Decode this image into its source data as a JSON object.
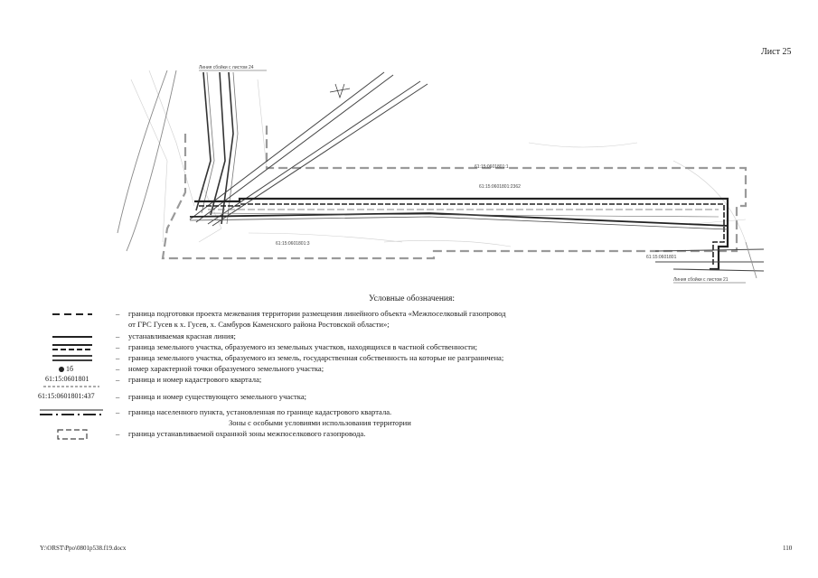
{
  "sheet": {
    "label": "Лист 25"
  },
  "map": {
    "match_line_top": "Линия сбойки с листом 24",
    "match_line_bottom": "Линия сбойки с листом 21",
    "quarter_label_1": "61:15:0601801:2362",
    "quarter_label_2": "61:15:0601801:3",
    "quarter_label_3": "61:15:0601801",
    "quarter_label_4": "61:15:0601801:1"
  },
  "legend": {
    "title": "Условные обозначения:",
    "dash": "–",
    "items": [
      {
        "text": "граница подготовки проекта межевания территории размещения линейного объекта «Межпоселковый газопровод"
      },
      {
        "text": "от ГРС Гусев к х. Гусев, х. Самбуров Каменского района Ростовской области»;"
      },
      {
        "text": "устанавливаемая красная линия;"
      },
      {
        "text": "граница земельного участка, образуемого из земельных участков, находящихся в частной собственности;"
      },
      {
        "text": "граница земельного участка, образуемого из земель, государственная собственность на которые не разграничена;"
      },
      {
        "text": "номер характерной точки образуемого земельного участка;",
        "symbol": "1б"
      },
      {
        "text": "граница и номер кадастрового квартала;",
        "symbol": "61:15:0601801"
      },
      {
        "text": "граница и номер существующего земельного участка;",
        "symbol": "61:15:0601801:437"
      },
      {
        "text": "граница населенного пункта, установленная по границе кадастрового квартала."
      }
    ],
    "zones_title": "Зоны с особыми условиями использования территории",
    "zone_item": {
      "text": "граница устанавливаемой охранной зоны межпоселкового газопровода."
    }
  },
  "footer": {
    "file": "Y:\\ORST\\Ppo\\0801p538.f19.docx",
    "page": "110"
  }
}
